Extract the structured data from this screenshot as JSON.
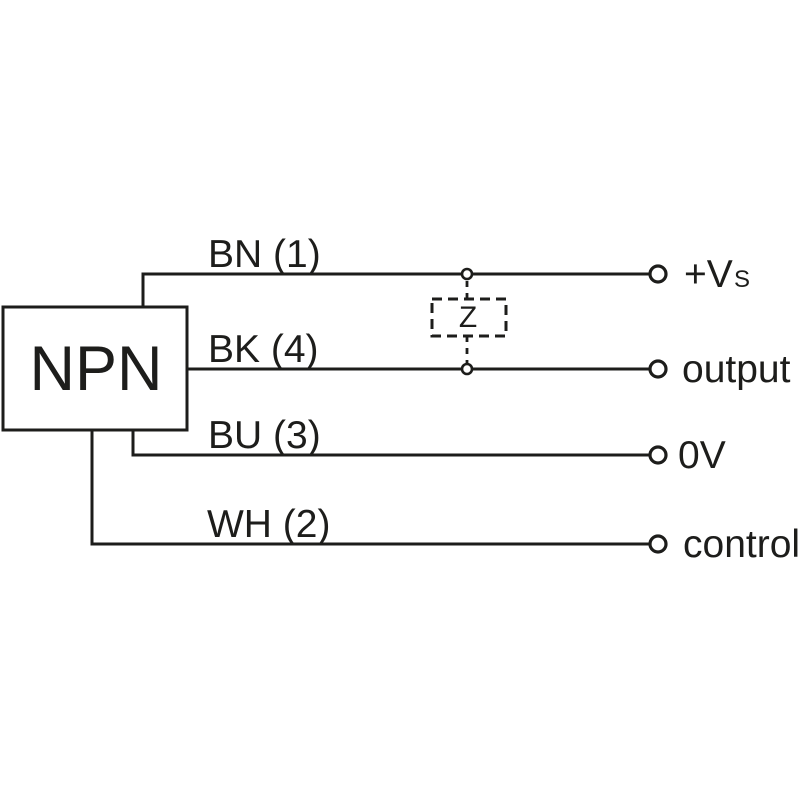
{
  "colors": {
    "ink": "#1d1d1b",
    "background": "#ffffff"
  },
  "device": {
    "label": "NPN"
  },
  "suppressor": {
    "label": "Z"
  },
  "wires": {
    "bn": {
      "label": "BN (1)",
      "terminal": "+Vs",
      "terminal_main": "+V",
      "terminal_sub": "S"
    },
    "bk": {
      "label": "BK (4)",
      "terminal": "output"
    },
    "bu": {
      "label": "BU (3)",
      "terminal": "0V"
    },
    "wh": {
      "label": "WH (2)",
      "terminal": "control"
    }
  }
}
